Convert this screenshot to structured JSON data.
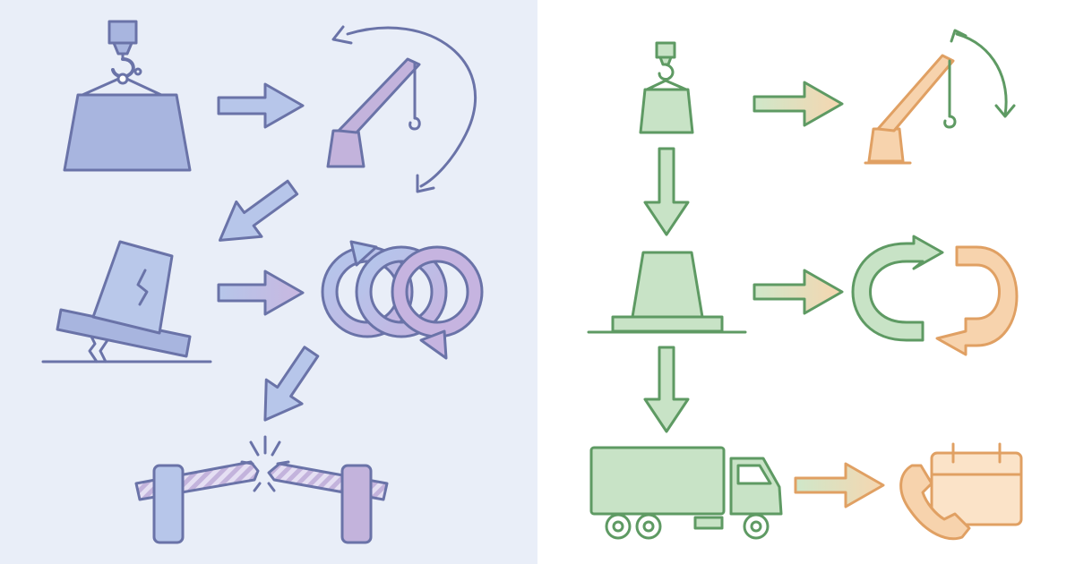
{
  "panels": [
    {
      "id": "left",
      "theme": "blue-purple",
      "background": "#e9eef8",
      "steps": [
        {
          "id": "heavy-load",
          "icon": "crane-hook-load-icon"
        },
        {
          "id": "crane-swing",
          "icon": "crane-rotate-icon"
        },
        {
          "id": "tilted-load",
          "icon": "cracked-tilted-load-icon"
        },
        {
          "id": "looping-cycle",
          "icon": "repeat-loops-icon"
        },
        {
          "id": "broken-barrier",
          "icon": "broken-barrier-icon"
        }
      ],
      "colors": {
        "stroke": "#6a73a8",
        "fill_blue": "#a8b5df",
        "fill_light": "#b9c8ea",
        "fill_purple": "#c3b3dc"
      }
    },
    {
      "id": "right",
      "theme": "green-orange",
      "background": "#ffffff",
      "steps": [
        {
          "id": "light-load",
          "icon": "crane-hook-load-icon"
        },
        {
          "id": "crane-swing",
          "icon": "crane-rotate-icon"
        },
        {
          "id": "stable-load",
          "icon": "stable-load-icon"
        },
        {
          "id": "efficient-cycle",
          "icon": "refresh-cycle-icon"
        },
        {
          "id": "truck-delivery",
          "icon": "truck-icon"
        },
        {
          "id": "schedule-call",
          "icon": "phone-calendar-icon"
        }
      ],
      "colors": {
        "stroke": "#5e9a63",
        "fill_green": "#c8e3c6",
        "stroke_orange": "#e0a063",
        "fill_orange": "#f7d3ad"
      }
    }
  ]
}
